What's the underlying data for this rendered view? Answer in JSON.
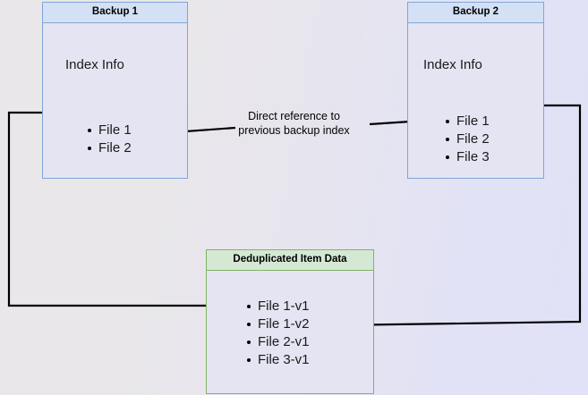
{
  "diagram": {
    "title_hidden": "Backup deduplication reference diagram",
    "background_colors": {
      "left": "#e9e7e9",
      "right": "#e1e1f7"
    },
    "blue_box_colors": {
      "border": "#7ea6d9",
      "header_fill": "#d4e1f5",
      "body_fill": "#e4e4f2"
    },
    "green_box_colors": {
      "border": "#82b366",
      "header_fill": "#d5e8d4",
      "body_fill": "#e4e4f2"
    },
    "connector_color": "#000000"
  },
  "backup1": {
    "header": "Backup 1",
    "index_label": "Index Info",
    "files": [
      {
        "label": "File 1"
      },
      {
        "label": "File 2"
      }
    ]
  },
  "backup2": {
    "header": "Backup 2",
    "index_label": "Index Info",
    "files": [
      {
        "label": "File 1"
      },
      {
        "label": "File 2"
      },
      {
        "label": "File 3"
      }
    ]
  },
  "dedup": {
    "header": "Deduplicated Item Data",
    "files": [
      {
        "label": "File 1-v1"
      },
      {
        "label": "File 1-v2"
      },
      {
        "label": "File 2-v1"
      },
      {
        "label": "File 3-v1"
      }
    ]
  },
  "annotation": {
    "line1": "Direct reference to",
    "line2": "previous backup index"
  }
}
